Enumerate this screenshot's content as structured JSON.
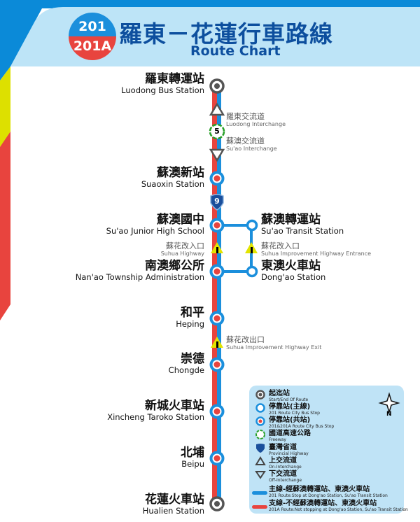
{
  "header": {
    "badge_top": "201",
    "badge_bottom": "201A",
    "title_zh": "羅東－花蓮行車路線",
    "title_en": "Route Chart"
  },
  "colors": {
    "route_201": "#1b8fdc",
    "route_201A": "#e8443e",
    "header_blue": "#0b8ad8",
    "header_panel": "#bde4f7",
    "title": "#0d4f9e",
    "stripe_yellow": "#dde000"
  },
  "stations": [
    {
      "zh": "羅東轉運站",
      "en": "Luodong Bus Station",
      "type": "terminal"
    },
    {
      "zh": "蘇澳新站",
      "en": "Suaoxin Station",
      "type": "shared"
    },
    {
      "zh": "蘇澳國中",
      "en": "Su'ao Junior High School",
      "type": "shared"
    },
    {
      "zh": "蘇澳轉運站",
      "en": "Su'ao Transit Station",
      "type": "main-only"
    },
    {
      "zh": "南澳鄉公所",
      "en": "Nan'ao Township Administration",
      "type": "shared"
    },
    {
      "zh": "東澳火車站",
      "en": "Dong'ao Station",
      "type": "main-only"
    },
    {
      "zh": "和平",
      "en": "Heping",
      "type": "shared"
    },
    {
      "zh": "崇德",
      "en": "Chongde",
      "type": "shared"
    },
    {
      "zh": "新城火車站",
      "en": "Xincheng Taroko Station",
      "type": "shared"
    },
    {
      "zh": "北埔",
      "en": "Beipu",
      "type": "shared"
    },
    {
      "zh": "花蓮火車站",
      "en": "Hualien Station",
      "type": "terminal"
    }
  ],
  "markers": [
    {
      "zh": "羅東交流道",
      "en": "Luodong Interchange",
      "icon": "on-interchange"
    },
    {
      "zh": "蘇澳交流道",
      "en": "Su'ao Interchange",
      "icon": "off-interchange"
    },
    {
      "zh": "蘇花改入口",
      "en": "Suhua Highway",
      "icon": "tunnel-warning"
    },
    {
      "zh": "蘇花改入口",
      "en": "Suhua Improvement Highway Entrance",
      "icon": "tunnel-warning"
    },
    {
      "zh": "蘇花改出口",
      "en": "Suhua Improvement Highway Exit",
      "icon": "tunnel-warning"
    }
  ],
  "shields": {
    "freeway": "5",
    "provincial": "9"
  },
  "legend": {
    "compass": "N",
    "items": [
      {
        "zh": "起迄站",
        "en": "Start/End Of Route"
      },
      {
        "zh": "停靠站(主線)",
        "en": "201 Route City Bus Stop"
      },
      {
        "zh": "停靠站(共站)",
        "en": "201&201A Route City Bus Stop"
      },
      {
        "zh": "國道高速公路",
        "en": "Freeway"
      },
      {
        "zh": "臺灣省道",
        "en": "Provincial Highway"
      },
      {
        "zh": "上交流道",
        "en": "On-Interchange"
      },
      {
        "zh": "下交流道",
        "en": "Off-Interchange"
      },
      {
        "zh": "主線-經蘇澳轉運站、東澳火車站",
        "en": "201 Route:Stop at Dong'ao Station, Su'ao Transit Station"
      },
      {
        "zh": "支線-不經蘇澳轉運站、東澳火車站",
        "en": "201A Route:Not stopping at Dong'ao Station, Su'ao Transit Station"
      }
    ]
  }
}
